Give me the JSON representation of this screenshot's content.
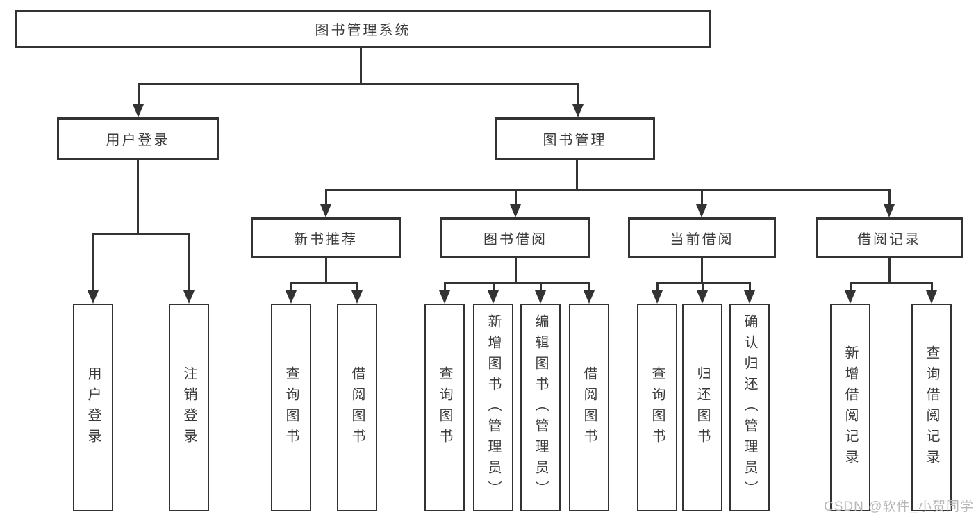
{
  "diagram_title": "图书管理系统",
  "nodes": {
    "root": "图书管理系统",
    "level2": {
      "user_login": "用户登录",
      "book_management": "图书管理"
    },
    "level3": {
      "new_book_recommend": "新书推荐",
      "book_borrowing": "图书借阅",
      "current_borrowing": "当前借阅",
      "borrowing_records": "借阅记录"
    },
    "leaves": {
      "user_login": "用户登录",
      "logout": "注销登录",
      "query_books_recommend": "查询图书",
      "borrow_books_recommend": "借阅图书",
      "query_books_borrowing": "查询图书",
      "add_book_admin": "新增图书（管理员）",
      "edit_book_admin": "编辑图书（管理员）",
      "borrow_books_borrowing": "借阅图书",
      "query_books_current": "查询图书",
      "return_books": "归还图书",
      "confirm_return_admin": "确认归还（管理员）",
      "add_borrow_record": "新增借阅记录",
      "query_borrow_record": "查询借阅记录"
    }
  },
  "watermark": "CSDN @软件_小贺同学",
  "colors": {
    "line": "#333333",
    "text": "#3b3b3b",
    "background": "#ffffff",
    "watermark": "#b7b7b7"
  }
}
